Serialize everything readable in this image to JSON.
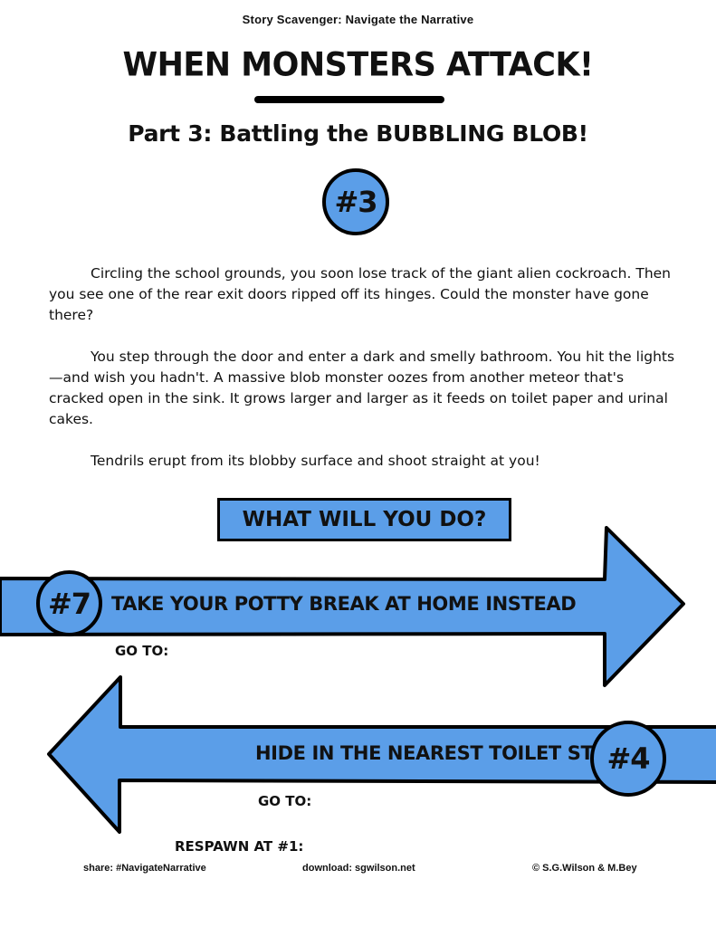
{
  "header": {
    "series": "Story Scavenger: Navigate the Narrative",
    "title": "WHEN MONSTERS ATTACK!",
    "subtitle": "Part 3: Battling the BUBBLING BLOB!",
    "section_badge": "#3"
  },
  "story": {
    "paragraphs": [
      "Circling the school grounds, you soon lose track of the giant alien cockroach. Then you see one of the rear exit doors ripped off its hinges. Could the monster have gone there?",
      "You step through the door and enter a dark and smelly bathroom. You hit the lights—and wish you hadn't. A massive blob monster oozes from another meteor that's cracked open in the sink. It grows larger and larger as it feeds on toilet paper and urinal cakes.",
      "Tendrils erupt from its blobby surface and shoot straight at you!"
    ]
  },
  "choices": {
    "question": "WHAT WILL YOU DO?",
    "options": [
      {
        "badge": "#7",
        "label": "TAKE YOUR POTTY BREAK AT HOME INSTEAD",
        "goto_label": "GO TO:"
      },
      {
        "badge": "#4",
        "label": "HIDE IN THE NEAREST TOILET STALL",
        "goto_label": "GO TO:"
      }
    ],
    "respawn_label": "RESPAWN AT #1:"
  },
  "footer": {
    "share": "share: #NavigateNarrative",
    "download": "download: sgwilson.net",
    "copyright": "© S.G.Wilson & M.Bey"
  },
  "colors": {
    "accent_blue": "#5b9ee8",
    "ink": "#000000"
  }
}
